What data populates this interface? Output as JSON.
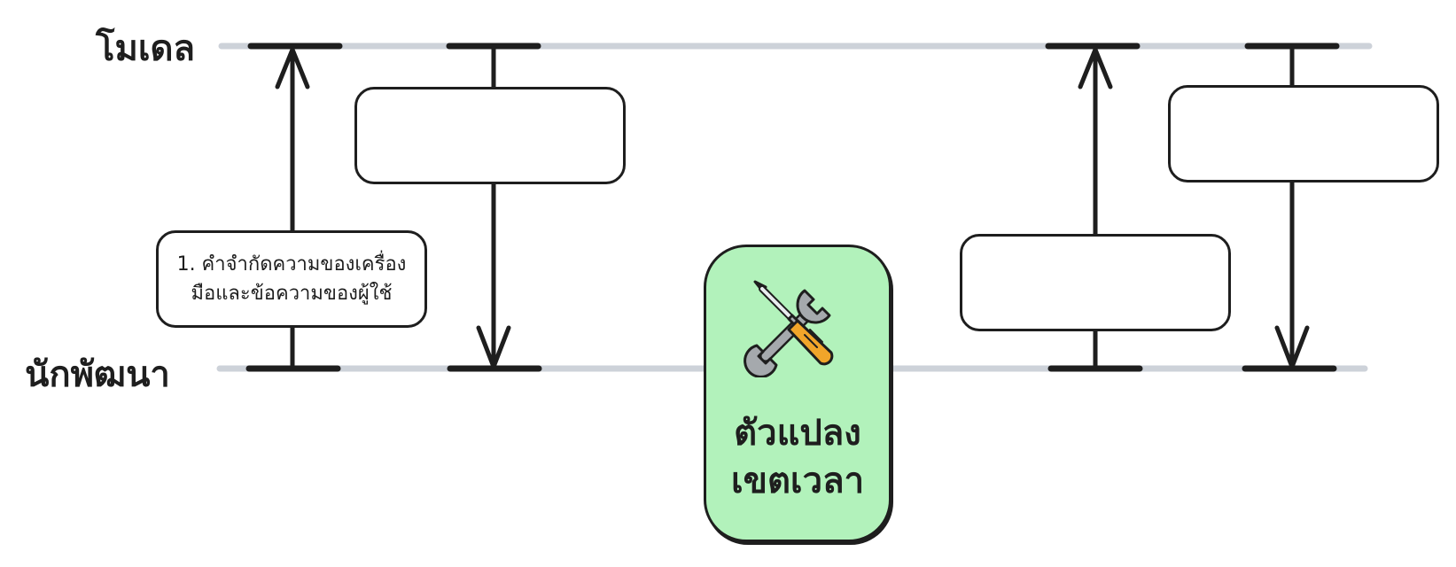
{
  "lanes": {
    "model": "โมเดล",
    "developer": "นักพัฒนา"
  },
  "messages": {
    "step1": "1. คำจำกัดความของเครื่อง\nมือและข้อความของผู้ใช้"
  },
  "converter": {
    "label": "ตัวแปลง\nเขตเวลา",
    "icon": "tools-icon"
  },
  "colors": {
    "lane_line": "#cdd2d9",
    "ink": "#1e1e1e",
    "converter_fill": "#b2f2bb",
    "wrench": "#a5a9ad",
    "screwdriver_handle": "#f1a52a"
  }
}
